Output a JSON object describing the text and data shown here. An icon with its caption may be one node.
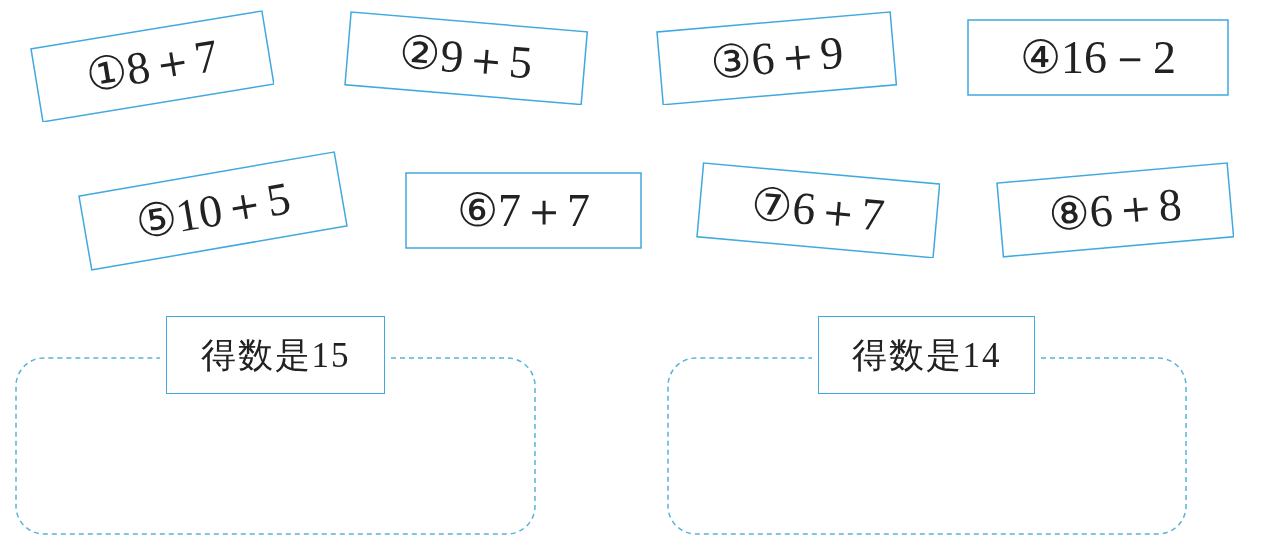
{
  "diagram": {
    "nodes": [
      {
        "text": [
          "①8＋7"
        ]
      },
      {
        "text": [
          "②9＋5"
        ]
      },
      {
        "text": [
          "③6＋9"
        ]
      },
      {
        "text": [
          "④16－2"
        ]
      },
      {
        "text": [
          "⑤10＋5"
        ]
      },
      {
        "text": [
          "⑥7＋7"
        ]
      },
      {
        "text": [
          "⑦6＋7"
        ]
      },
      {
        "text": [
          "⑧6＋8"
        ]
      },
      {
        "text": [
          "得数是15"
        ]
      },
      {
        "text": [
          "得数是14"
        ]
      }
    ],
    "edges": []
  }
}
